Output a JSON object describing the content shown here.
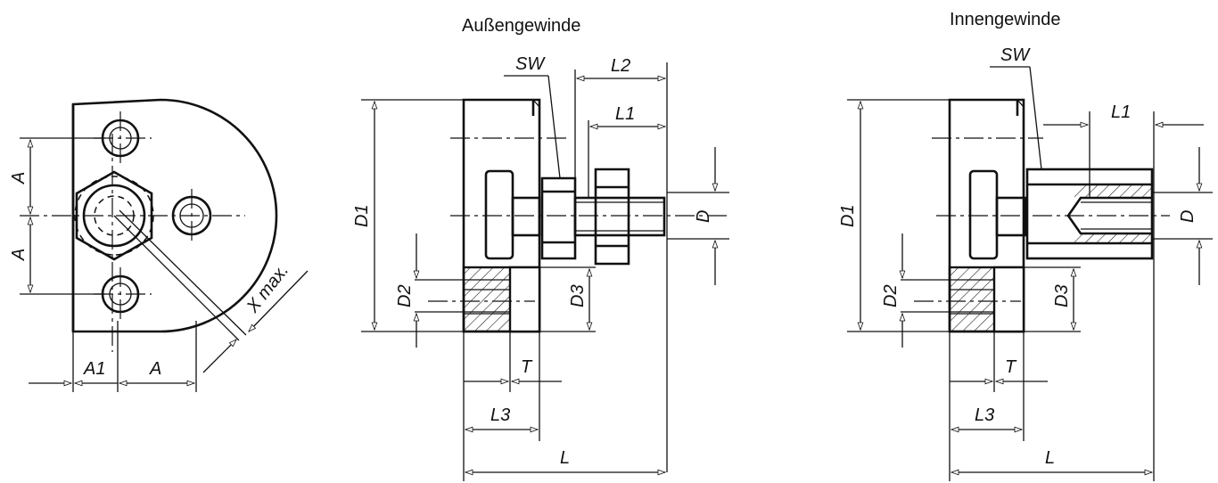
{
  "views": {
    "front": {
      "labels": {
        "a_top": "A",
        "a_bottom": "A",
        "a1": "A1",
        "a_horizontal": "A",
        "x_max": "X max."
      }
    },
    "external_thread": {
      "title": "Außengewinde",
      "labels": {
        "sw": "SW",
        "l2": "L2",
        "l1": "L1",
        "d1": "D1",
        "d": "D",
        "d2": "D2",
        "d3": "D3",
        "t": "T",
        "l3": "L3",
        "l": "L"
      }
    },
    "internal_thread": {
      "title": "Innengewinde",
      "labels": {
        "sw": "SW",
        "l1": "L1",
        "d1": "D1",
        "d": "D",
        "d2": "D2",
        "d3": "D3",
        "t": "T",
        "l3": "L3",
        "l": "L"
      }
    }
  }
}
